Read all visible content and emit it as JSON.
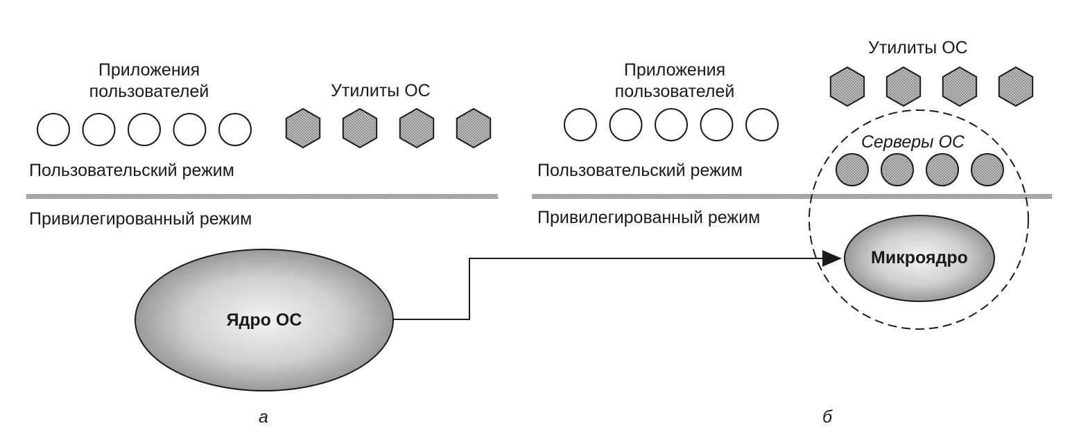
{
  "colors": {
    "ink": "#1a1a1a",
    "shape_fill_dark": "#a9a9a9",
    "ellipse_center": "#f2f2f2",
    "ellipse_edge": "#8f8f8f",
    "separator": "#9a9a9a"
  },
  "panel_a": {
    "user_apps_label": "Приложения пользователей",
    "os_utils_label": "Утилиты ОС",
    "user_mode_label": "Пользовательский режим",
    "priv_mode_label": "Привилегированный режим",
    "kernel_label": "Ядро ОС",
    "caption": "а",
    "user_app_count": 5,
    "util_count": 4
  },
  "panel_b": {
    "user_apps_label": "Приложения пользователей",
    "os_utils_label": "Утилиты ОС",
    "servers_label": "Серверы ОС",
    "user_mode_label": "Пользовательский режим",
    "priv_mode_label": "Привилегированный режим",
    "microkernel_label": "Микроядро",
    "caption": "б",
    "user_app_count": 5,
    "util_count": 4,
    "server_count": 4
  }
}
